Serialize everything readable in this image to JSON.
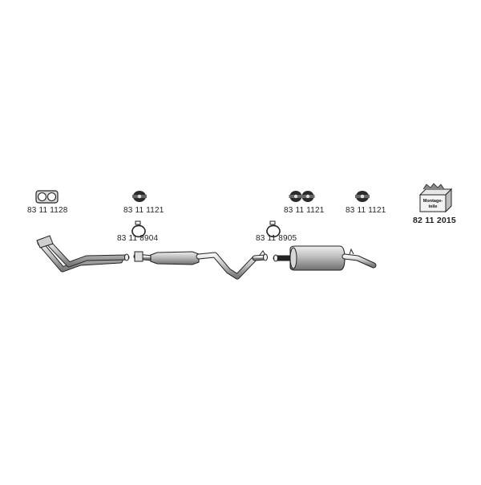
{
  "parts": {
    "gasket": {
      "number": "83 11 1128",
      "icon": "double-port-gasket-icon"
    },
    "hanger_a": {
      "number": "83 11 1121",
      "icon": "rubber-hanger-icon"
    },
    "hanger_b": {
      "number": "83 11 1121",
      "icon": "rubber-hanger-pair-icon"
    },
    "hanger_c": {
      "number": "83 11 1121",
      "icon": "rubber-hanger-icon"
    },
    "clamp_a": {
      "number": "83 11 8904",
      "icon": "pipe-clamp-icon"
    },
    "clamp_b": {
      "number": "83 11 8905",
      "icon": "pipe-clamp-icon"
    },
    "mounting_kit": {
      "number": "82 11 2015",
      "icon": "mounting-kit-box-icon",
      "box_text": [
        "Montage-",
        "teile"
      ]
    }
  },
  "exhaust": {
    "sections": [
      "front-downpipe",
      "middle-silencer-pipe",
      "rear-silencer"
    ]
  },
  "colors": {
    "line": "#222222",
    "fill": "#cfcfcf",
    "shade": "#9a9a9a"
  }
}
